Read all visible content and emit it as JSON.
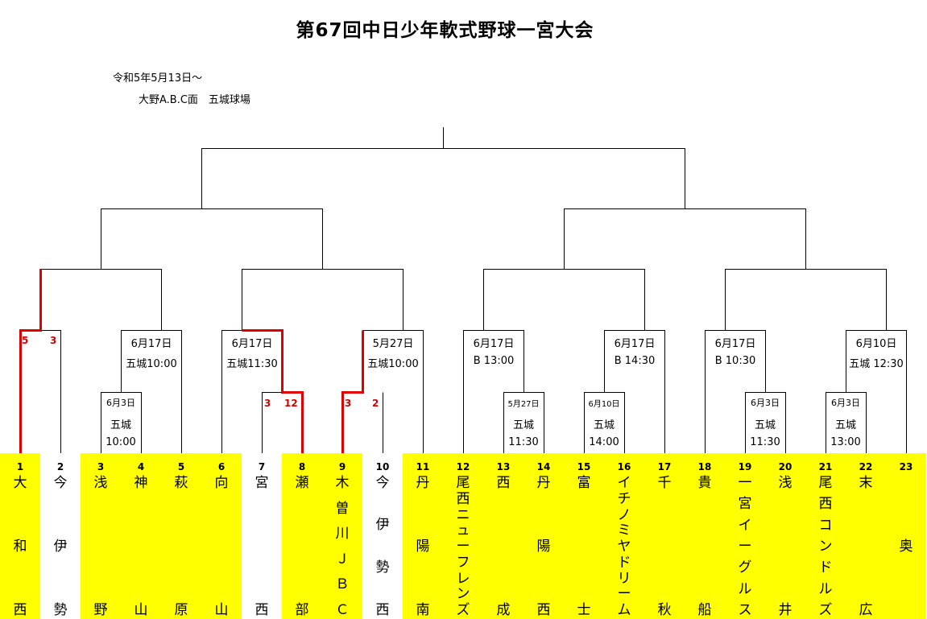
{
  "title": "第67回中日少年軟式野球一宮大会",
  "subtitle": {
    "date": "令和5年5月13日～",
    "venue": "大野A.B.C面　五城球場"
  },
  "colors": {
    "highlight": "#ffff00",
    "winner_line": "#e00000",
    "line": "#000000",
    "score": "#d40000"
  },
  "teams": [
    {
      "num": "1",
      "chars": [
        "大",
        "和",
        "西"
      ],
      "bg": "yellow"
    },
    {
      "num": "2",
      "chars": [
        "今",
        "伊",
        "勢"
      ],
      "bg": "white"
    },
    {
      "num": "3",
      "chars": [
        "浅",
        "",
        "野"
      ],
      "bg": "yellow"
    },
    {
      "num": "4",
      "chars": [
        "神",
        "",
        "山"
      ],
      "bg": "yellow"
    },
    {
      "num": "5",
      "chars": [
        "萩",
        "",
        "原"
      ],
      "bg": "yellow"
    },
    {
      "num": "6",
      "chars": [
        "向",
        "",
        "山"
      ],
      "bg": "yellow"
    },
    {
      "num": "7",
      "chars": [
        "宮",
        "",
        "西"
      ],
      "bg": "white"
    },
    {
      "num": "8",
      "chars": [
        "瀬",
        "",
        "部"
      ],
      "bg": "yellow"
    },
    {
      "num": "9",
      "chars": [
        "木",
        "曽",
        "川",
        "Ｊ",
        "Ｂ",
        "Ｃ"
      ],
      "bg": "yellow",
      "mode": "stack"
    },
    {
      "num": "10",
      "chars": [
        "今",
        "伊",
        "勢",
        "西"
      ],
      "bg": "white",
      "mode": "four"
    },
    {
      "num": "11",
      "chars": [
        "丹",
        "陽",
        "南"
      ],
      "bg": "yellow"
    },
    {
      "num": "12",
      "chars": [
        "尾",
        "西",
        "ニ",
        "ュ",
        "ー",
        "フ",
        "レ",
        "ン",
        "ズ"
      ],
      "bg": "yellow",
      "mode": "stack"
    },
    {
      "num": "13",
      "chars": [
        "西",
        "",
        "成"
      ],
      "bg": "yellow"
    },
    {
      "num": "14",
      "chars": [
        "丹",
        "陽",
        "西"
      ],
      "bg": "yellow"
    },
    {
      "num": "15",
      "chars": [
        "富",
        "",
        "士"
      ],
      "bg": "yellow"
    },
    {
      "num": "16",
      "chars": [
        "イ",
        "チ",
        "ノ",
        "ミ",
        "ヤ",
        "ド",
        "リ",
        "ー",
        "ム"
      ],
      "bg": "yellow",
      "mode": "stack"
    },
    {
      "num": "17",
      "chars": [
        "千",
        "",
        "秋"
      ],
      "bg": "yellow"
    },
    {
      "num": "18",
      "chars": [
        "貴",
        "",
        "船"
      ],
      "bg": "yellow"
    },
    {
      "num": "19",
      "chars": [
        "一",
        "宮",
        "イ",
        "ー",
        "グ",
        "ル",
        "ス"
      ],
      "bg": "yellow",
      "mode": "stack"
    },
    {
      "num": "20",
      "chars": [
        "浅",
        "",
        "井"
      ],
      "bg": "yellow"
    },
    {
      "num": "21",
      "chars": [
        "尾",
        "西",
        "コ",
        "ン",
        "ド",
        "ル",
        "ズ"
      ],
      "bg": "yellow",
      "mode": "stack"
    },
    {
      "num": "22",
      "chars": [
        "末",
        "",
        "広"
      ],
      "bg": "yellow"
    },
    {
      "num": "23",
      "chars": [
        "",
        "奥",
        ""
      ],
      "bg": "yellow"
    }
  ],
  "matches": [
    {
      "lines": [
        "6月3日",
        "五城",
        "10:00"
      ]
    },
    {
      "lines": [
        "5月27日",
        "五城",
        "11:30"
      ]
    },
    {
      "lines": [
        "6月10日",
        "五城",
        "14:00"
      ]
    },
    {
      "lines": [
        "6月3日",
        "五城",
        "11:30"
      ]
    },
    {
      "lines": [
        "6月3日",
        "五城",
        "13:00"
      ]
    },
    {
      "lines": [
        "6月17日",
        "五城10:00"
      ]
    },
    {
      "lines": [
        "6月17日",
        "五城11:30"
      ]
    },
    {
      "lines": [
        "5月27日",
        "五城10:00"
      ]
    },
    {
      "lines": [
        "6月17日",
        "B 13:00"
      ]
    },
    {
      "lines": [
        "6月17日",
        "B 14:30"
      ]
    },
    {
      "lines": [
        "6月17日",
        "B 10:30"
      ]
    },
    {
      "lines": [
        "6月10日",
        "五城 12:30"
      ]
    }
  ],
  "scores": [
    {
      "label": "match-1v2",
      "left": "5",
      "right": "3"
    },
    {
      "label": "match-7v8",
      "left": "3",
      "right": "12"
    },
    {
      "label": "match-9v10",
      "left": "3",
      "right": "2"
    }
  ]
}
